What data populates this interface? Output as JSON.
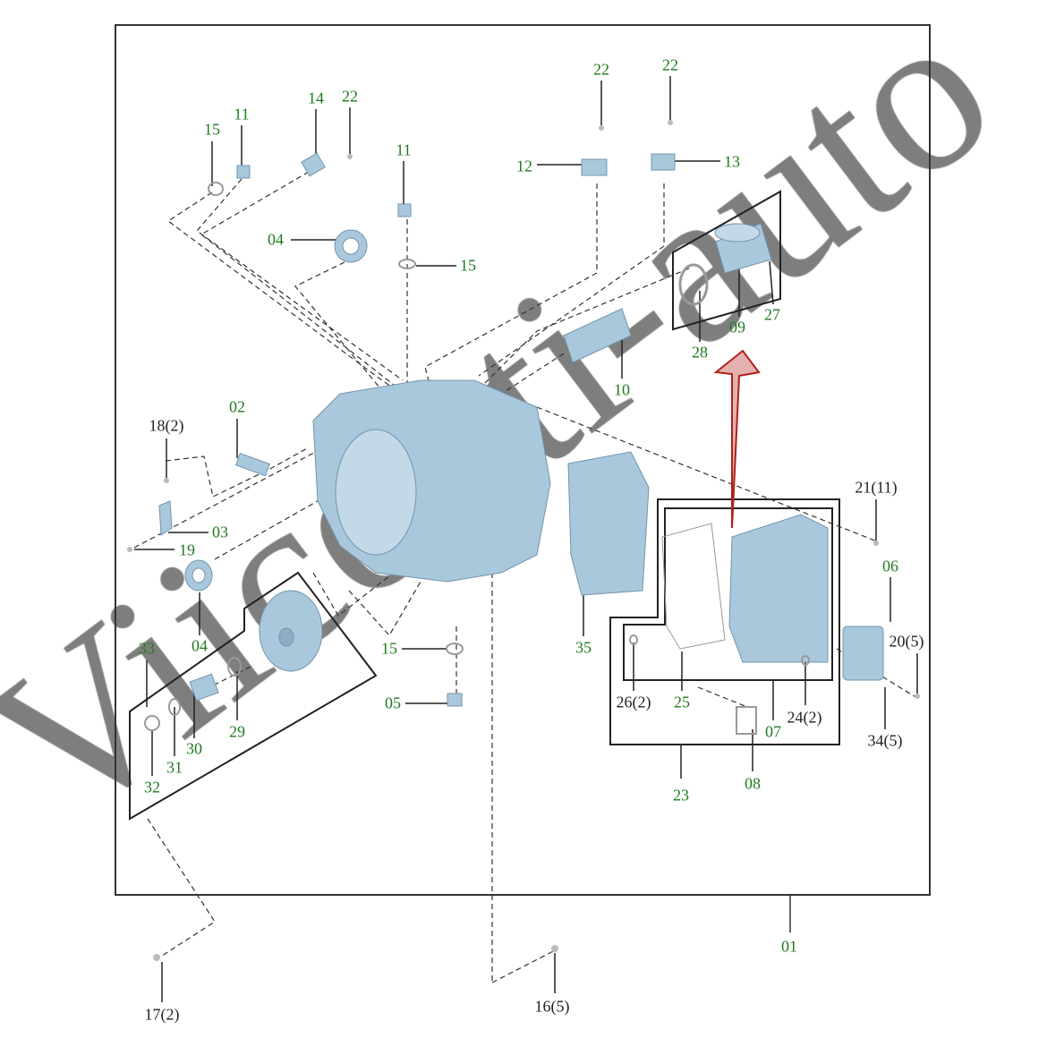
{
  "diagram": {
    "title_callout": "01",
    "colors": {
      "label": "#1f7a1f",
      "part_fill": "#a9c8dc",
      "arrow": "#b0201a"
    },
    "labels": [
      {
        "id": "l15a",
        "text": "15"
      },
      {
        "id": "l11a",
        "text": "11"
      },
      {
        "id": "l14",
        "text": "14"
      },
      {
        "id": "l22a",
        "text": "22"
      },
      {
        "id": "l11b",
        "text": "11"
      },
      {
        "id": "l22b",
        "text": "22"
      },
      {
        "id": "l22c",
        "text": "22"
      },
      {
        "id": "l12",
        "text": "12"
      },
      {
        "id": "l13",
        "text": "13"
      },
      {
        "id": "l04a",
        "text": "04"
      },
      {
        "id": "l15b",
        "text": "15"
      },
      {
        "id": "l28",
        "text": "28"
      },
      {
        "id": "l09",
        "text": "09"
      },
      {
        "id": "l27",
        "text": "27"
      },
      {
        "id": "l10",
        "text": "10"
      },
      {
        "id": "l18",
        "text": "18(2)"
      },
      {
        "id": "l02",
        "text": "02"
      },
      {
        "id": "l03",
        "text": "03"
      },
      {
        "id": "l19",
        "text": "19"
      },
      {
        "id": "l04b",
        "text": "04"
      },
      {
        "id": "l21",
        "text": "21(11)"
      },
      {
        "id": "l06",
        "text": "06"
      },
      {
        "id": "l20",
        "text": "20(5)"
      },
      {
        "id": "l35",
        "text": "35"
      },
      {
        "id": "l33",
        "text": "33"
      },
      {
        "id": "l15c",
        "text": "15"
      },
      {
        "id": "l05",
        "text": "05"
      },
      {
        "id": "l26",
        "text": "26(2)"
      },
      {
        "id": "l25",
        "text": "25"
      },
      {
        "id": "l24",
        "text": "24(2)"
      },
      {
        "id": "l07",
        "text": "07"
      },
      {
        "id": "l34",
        "text": "34(5)"
      },
      {
        "id": "l29",
        "text": "29"
      },
      {
        "id": "l30",
        "text": "30"
      },
      {
        "id": "l31",
        "text": "31"
      },
      {
        "id": "l32",
        "text": "32"
      },
      {
        "id": "l23",
        "text": "23"
      },
      {
        "id": "l08",
        "text": "08"
      },
      {
        "id": "l01",
        "text": "01"
      },
      {
        "id": "l17",
        "text": "17(2)"
      },
      {
        "id": "l16",
        "text": "16(5)"
      }
    ]
  },
  "watermark": "Viiconti-auto"
}
